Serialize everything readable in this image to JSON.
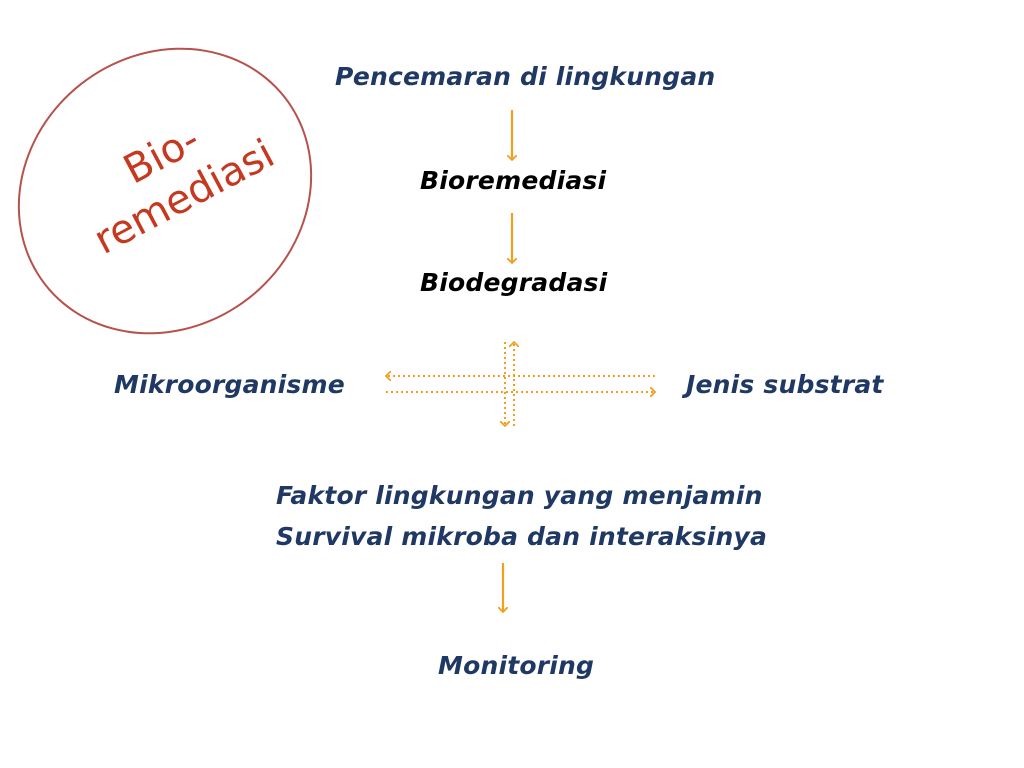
{
  "badge": {
    "line1": "Bio-",
    "line2": "remediasi"
  },
  "nodes": {
    "pencemaran": "Pencemaran di lingkungan",
    "bioremediasi": "Bioremediasi",
    "biodegradasi": "Biodegradasi",
    "mikroorganisme": "Mikroorganisme",
    "jenis_substrat": "Jenis substrat",
    "faktor_line1": "Faktor lingkungan yang menjamin",
    "faktor_line2": "Survival mikroba dan interaksinya",
    "monitoring": "Monitoring"
  },
  "colors": {
    "arrow": "#f0a01e",
    "navy_text": "#1f3864",
    "badge_text": "#c4391f",
    "badge_border": "#b7514b"
  }
}
